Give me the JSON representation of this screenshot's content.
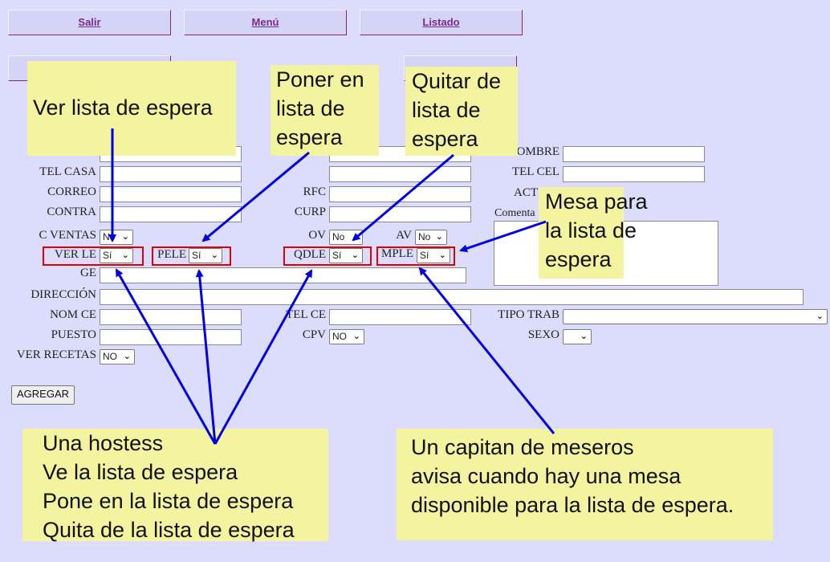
{
  "nav": {
    "salir": "Salir",
    "menu": "Menú",
    "listado": "Listado"
  },
  "form": {
    "labels": {
      "tel_casa": "TEL CASA",
      "correo": "CORREO",
      "contra": "CONTRA",
      "c_ventas": "C VENTAS",
      "ver_le": "VER LE",
      "pele": "PELE",
      "ge": "GE",
      "direccion": "DIRECCIÓN",
      "nom_ce": "NOM CE",
      "puesto": "PUESTO",
      "ver_recetas": "VER RECETAS",
      "rfc": "RFC",
      "curp": "CURP",
      "ov": "OV",
      "av": "AV",
      "qdle": "QDLE",
      "mple": "MPLE",
      "tel_ce": "TEL CE",
      "cpv": "CPV",
      "nombre": "NOMBRE",
      "tel_cel": "TEL CEL",
      "acti": "ACTI",
      "comentarios": "Comenta",
      "tipo_trab": "TIPO TRAB",
      "sexo": "SEXO"
    },
    "selects": {
      "c_ventas": "No",
      "ver_le": "Sí",
      "pele": "Sí",
      "ov": "No",
      "av": "No",
      "qdle": "Sí",
      "mple": "Sí",
      "cpv": "NO",
      "ver_recetas": "NO",
      "tipo_trab": "",
      "sexo": ""
    },
    "agregar": "AGREGAR"
  },
  "notes": {
    "ver_lista": "Ver lista de espera",
    "poner": [
      "Poner en",
      "lista de",
      "espera"
    ],
    "quitar": [
      "Quitar de",
      "lista de",
      "espera"
    ],
    "mesa": [
      "Mesa para",
      "la lista de",
      "espera"
    ],
    "hostess": [
      "Una hostess",
      "Ve la lista de espera",
      "Pone en la lista de espera",
      "Quita de la lista de espera"
    ],
    "capitan": [
      "Un capitan de meseros",
      "avisa cuando hay una mesa",
      "disponible para la lista de espera."
    ]
  },
  "colors": {
    "background": "#dcdcfc",
    "note": "#f4f4a0",
    "arrow": "#0000e0",
    "highlight": "#e00000"
  }
}
